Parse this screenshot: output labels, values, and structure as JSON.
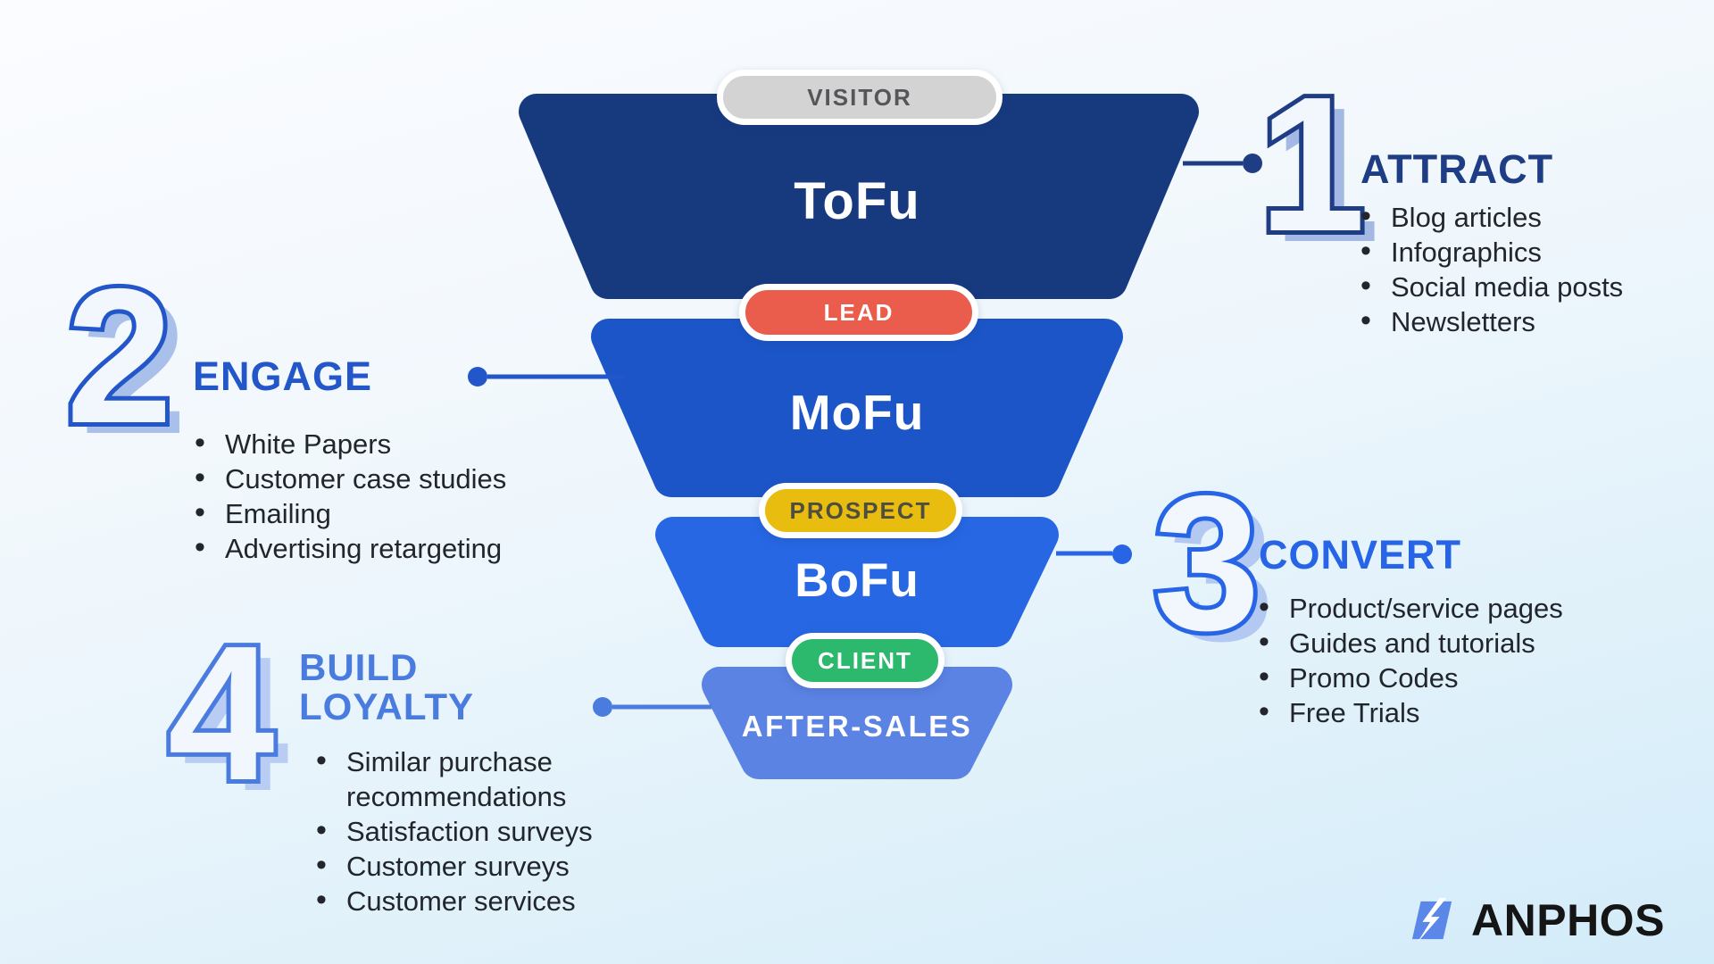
{
  "funnel": {
    "stages": [
      {
        "badge": "VISITOR",
        "label": "ToFu",
        "color": "#17397e",
        "badge_color": "#d3d3d4",
        "badge_text_color": "#55555a"
      },
      {
        "badge": "LEAD",
        "label": "MoFu",
        "color": "#1c55c7",
        "badge_color": "#ea5d4c",
        "badge_text_color": "#ffffff"
      },
      {
        "badge": "PROSPECT",
        "label": "BoFu",
        "color": "#2767e3",
        "badge_color": "#e9bd0f",
        "badge_text_color": "#4d4d40"
      },
      {
        "badge": "CLIENT",
        "label": "AFTER-SALES",
        "color": "#5b83e3",
        "badge_color": "#2cb96d",
        "badge_text_color": "#ffffff"
      }
    ]
  },
  "sections": [
    {
      "number": "1",
      "title": "ATTRACT",
      "color": "#1e3d85",
      "items": [
        "Blog articles",
        "Infographics",
        "Social media posts",
        "Newsletters"
      ]
    },
    {
      "number": "2",
      "title": "ENGAGE",
      "color": "#2357c9",
      "items": [
        "White Papers",
        "Customer case studies",
        "Emailing",
        "Advertising retargeting"
      ]
    },
    {
      "number": "3",
      "title": "CONVERT",
      "color": "#2765e6",
      "items": [
        "Product/service pages",
        "Guides and tutorials",
        "Promo Codes",
        "Free Trials"
      ]
    },
    {
      "number": "4",
      "title": "BUILD LOYALTY",
      "title_lines": [
        "BUILD",
        "LOYALTY"
      ],
      "color": "#4a7ce0",
      "items": [
        "Similar purchase recommendations",
        "Satisfaction surveys",
        "Customer surveys",
        "Customer services"
      ]
    }
  ],
  "logo": {
    "text": "ANPHOS",
    "icon_color": "#5b87e8",
    "text_color": "#151515"
  }
}
